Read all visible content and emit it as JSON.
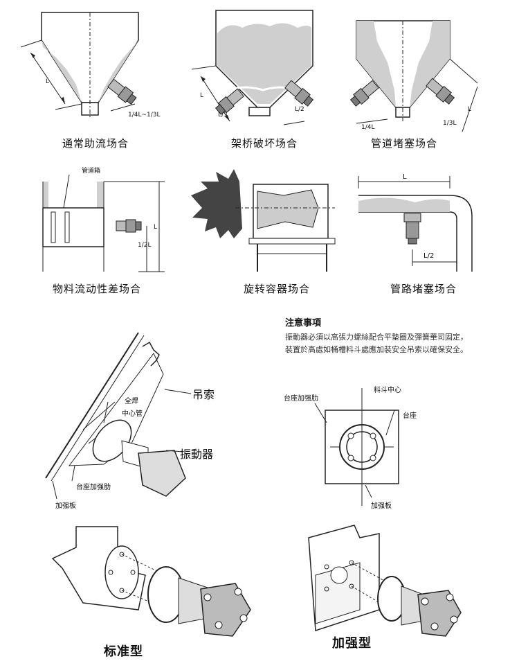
{
  "captions": {
    "normal_flow": "通常助流场合",
    "bridge_break": "架桥破坏场合",
    "pipe_block": "管道堵塞场合",
    "poor_flow": "物料流动性差场合",
    "rotating": "旋转容器场合",
    "pipeline_block": "管路堵塞场合"
  },
  "dims": {
    "L": "L",
    "quarter_third": "1/4L~1/3L",
    "third": "L/3",
    "half": "L/2",
    "quarter": "1/4L",
    "third_l": "1/3L",
    "half_l": "1/2L",
    "pipe_box": "管道箱"
  },
  "note": {
    "title": "注意事項",
    "body": "振動器必須以高張力螺絲配合平墊圈及彈簧華司固定，裝置於高處如桶槽料斗處應加裝安全吊索以確保安全。"
  },
  "install": {
    "sling": "吊索",
    "vibrator": "振動器",
    "full_weld": "全焊",
    "center_pipe": "中心管",
    "base_rib": "台座加强肋",
    "plate": "加强板"
  },
  "plan": {
    "hopper_center": "料斗中心",
    "base_rib": "台座加强肋",
    "base": "台座",
    "plate": "加强板"
  },
  "types": {
    "standard": "标准型",
    "reinforced": "加强型"
  }
}
